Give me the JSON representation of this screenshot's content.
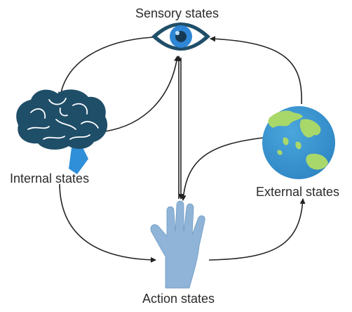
{
  "diagram": {
    "nodes": {
      "sensory": {
        "label": "Sensory states",
        "icon": "eye-icon"
      },
      "internal": {
        "label": "Internal states",
        "icon": "brain-icon"
      },
      "external": {
        "label": "External states",
        "icon": "globe-icon"
      },
      "action": {
        "label": "Action states",
        "icon": "hand-icon"
      }
    },
    "edges": [
      {
        "from": "sensory",
        "to": "internal"
      },
      {
        "from": "internal",
        "to": "sensory"
      },
      {
        "from": "external",
        "to": "sensory"
      },
      {
        "from": "sensory",
        "to": "action"
      },
      {
        "from": "action",
        "to": "sensory"
      },
      {
        "from": "external",
        "to": "action"
      },
      {
        "from": "internal",
        "to": "action"
      },
      {
        "from": "action",
        "to": "external"
      }
    ],
    "colors": {
      "brain": "#1f4e68",
      "brain_stem": "#2f8fd8",
      "eye": "#1f4e68",
      "iris": "#2e86d6",
      "ocean": "#3a95cf",
      "land": "#a9d86a",
      "hand": "#8fb4d8",
      "arrow": "#222222"
    }
  }
}
